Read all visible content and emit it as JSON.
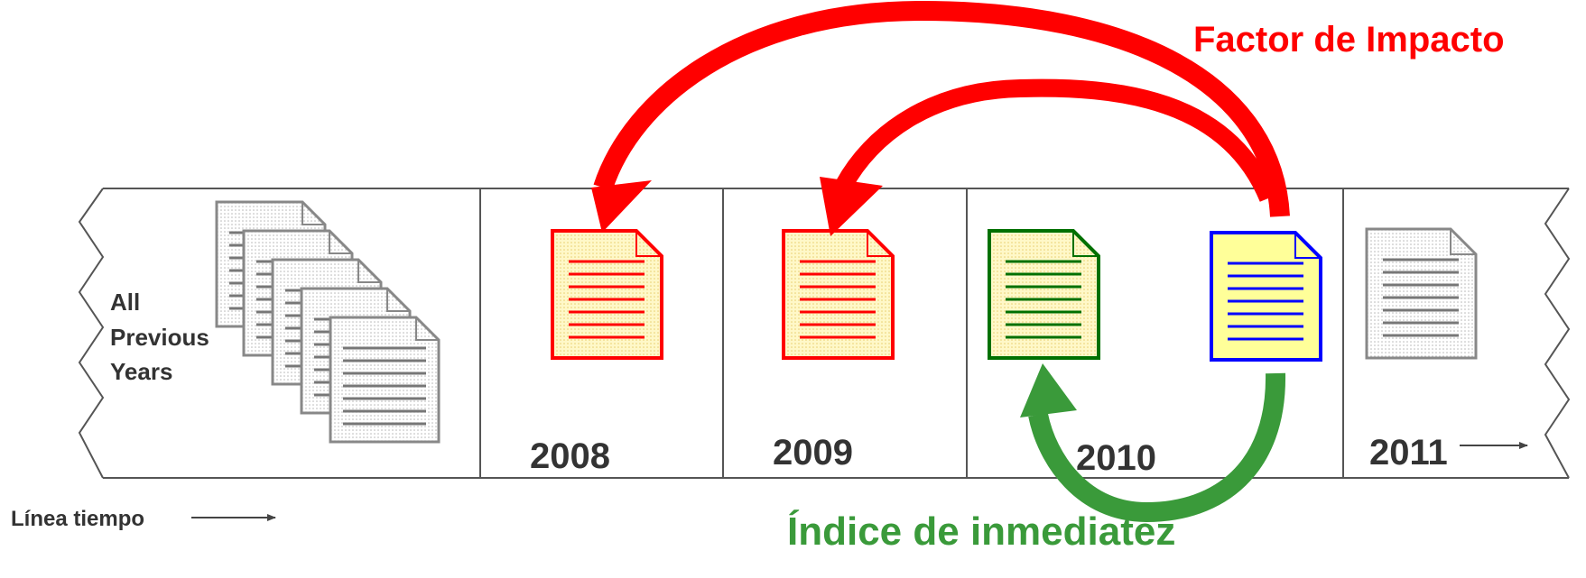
{
  "titles": {
    "impact_factor": "Factor de Impacto",
    "immediacy_index": "Índice de inmediatez"
  },
  "previous_years": [
    "All",
    "Previous",
    "Years"
  ],
  "years": [
    "2008",
    "2009",
    "2010",
    "2011"
  ],
  "timeline_label": "Línea tiempo",
  "colors": {
    "impact": "#ff0000",
    "immediacy": "#3a9a3a",
    "doc_red_border": "#ff0000",
    "doc_green_border": "#007000",
    "doc_blue_border": "#0000ff",
    "doc_gray_border": "#888888",
    "doc_fill": "#ffffc0",
    "doc_gray_fill": "#f4f4f4",
    "frame_line": "#555555",
    "text": "#333333"
  }
}
